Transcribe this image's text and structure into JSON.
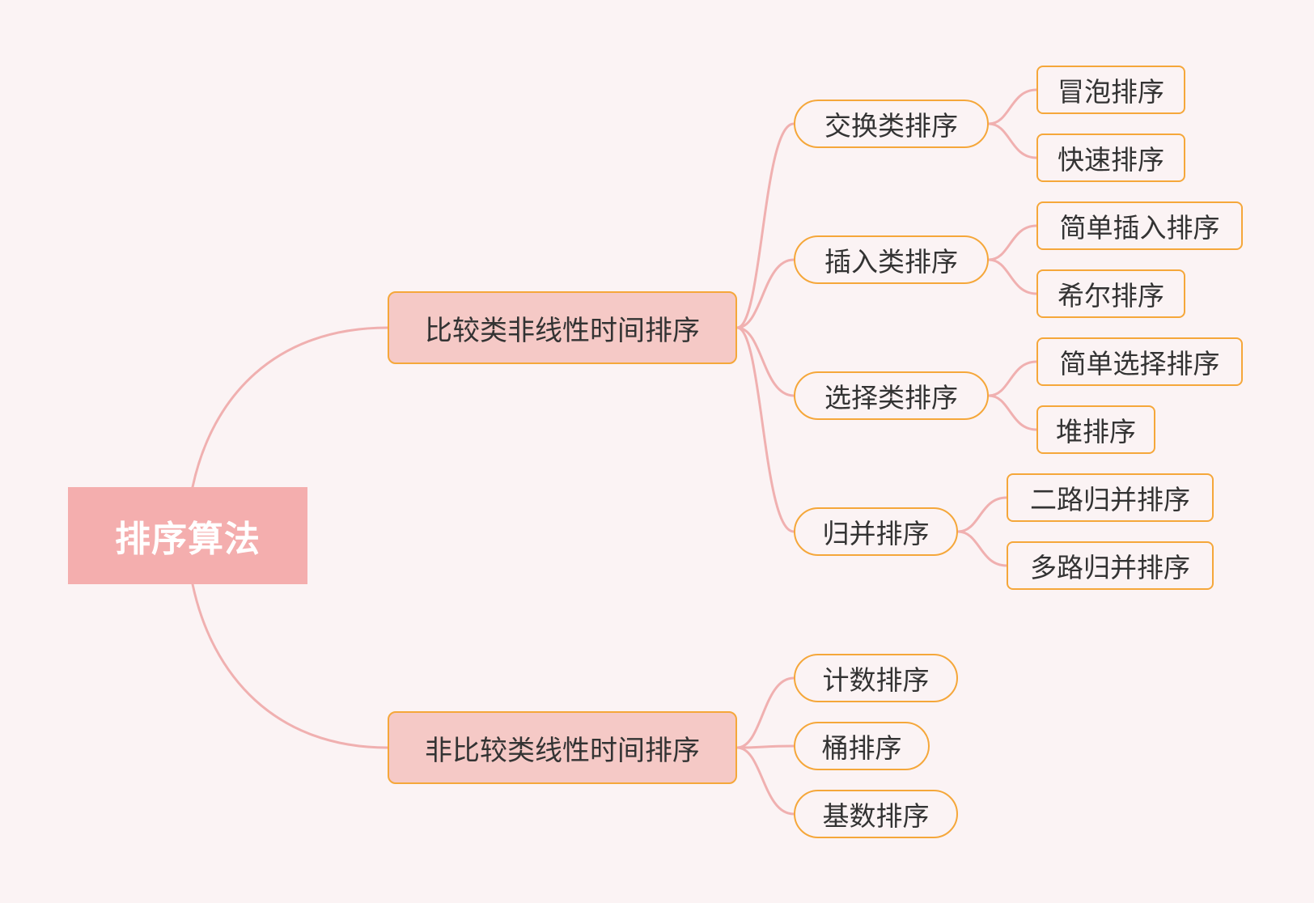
{
  "colors": {
    "background": "#fbf3f4",
    "root": "#f4aeae",
    "branch_fill": "#f5c9c6",
    "border": "#f5a73a",
    "connector": "#f0b0b0"
  },
  "root": {
    "label": "排序算法"
  },
  "branches": [
    {
      "label": "比较类非线性时间排序",
      "children": [
        {
          "label": "交换类排序",
          "children": [
            "冒泡排序",
            "快速排序"
          ]
        },
        {
          "label": "插入类排序",
          "children": [
            "简单插入排序",
            "希尔排序"
          ]
        },
        {
          "label": "选择类排序",
          "children": [
            "简单选择排序",
            "堆排序"
          ]
        },
        {
          "label": "归并排序",
          "children": [
            "二路归并排序",
            "多路归并排序"
          ]
        }
      ]
    },
    {
      "label": "非比较类线性时间排序",
      "children": [
        {
          "label": "计数排序",
          "children": []
        },
        {
          "label": "桶排序",
          "children": []
        },
        {
          "label": "基数排序",
          "children": []
        }
      ]
    }
  ]
}
